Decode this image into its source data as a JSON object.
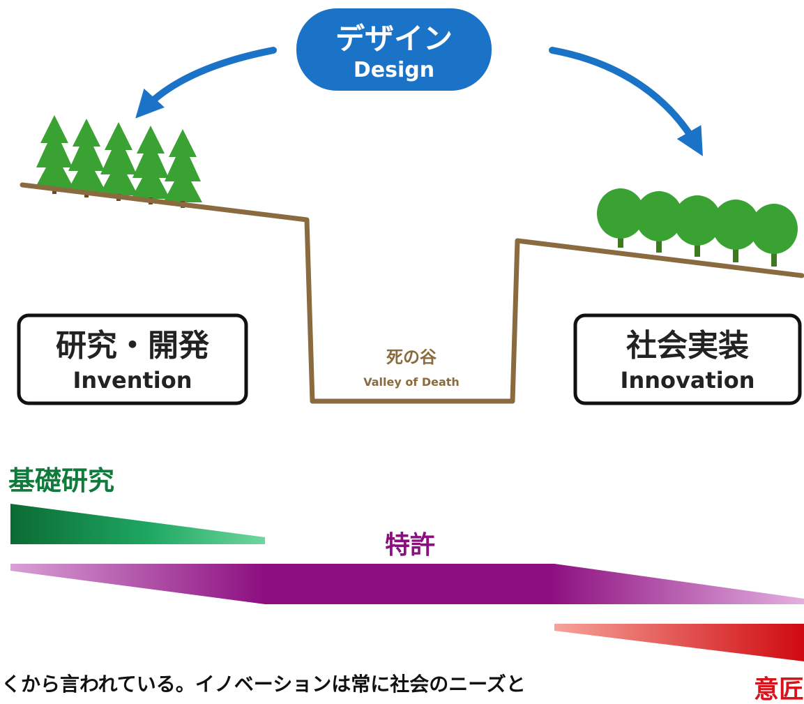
{
  "design": {
    "label_ja": "デザイン",
    "label_en": "Design"
  },
  "left_box": {
    "label_ja": "研究・開発",
    "label_en": "Invention"
  },
  "valley": {
    "label_ja": "死の谷",
    "label_en": "Valley of Death"
  },
  "right_box": {
    "label_ja": "社会実装",
    "label_en": "Innovation"
  },
  "bands": {
    "basic_research": {
      "label": "基礎研究",
      "color": "#0f7a3c"
    },
    "patent": {
      "label": "特許",
      "color": "#8c0f80"
    },
    "design_right": {
      "label": "意匠",
      "color": "#d7141b"
    }
  },
  "caption": "くから言われている。イノベーションは常に社会のニーズと",
  "colors": {
    "design_blue": "#1a73c6",
    "ground_brown": "#8a6a3f",
    "tree_green": "#3aa233"
  }
}
